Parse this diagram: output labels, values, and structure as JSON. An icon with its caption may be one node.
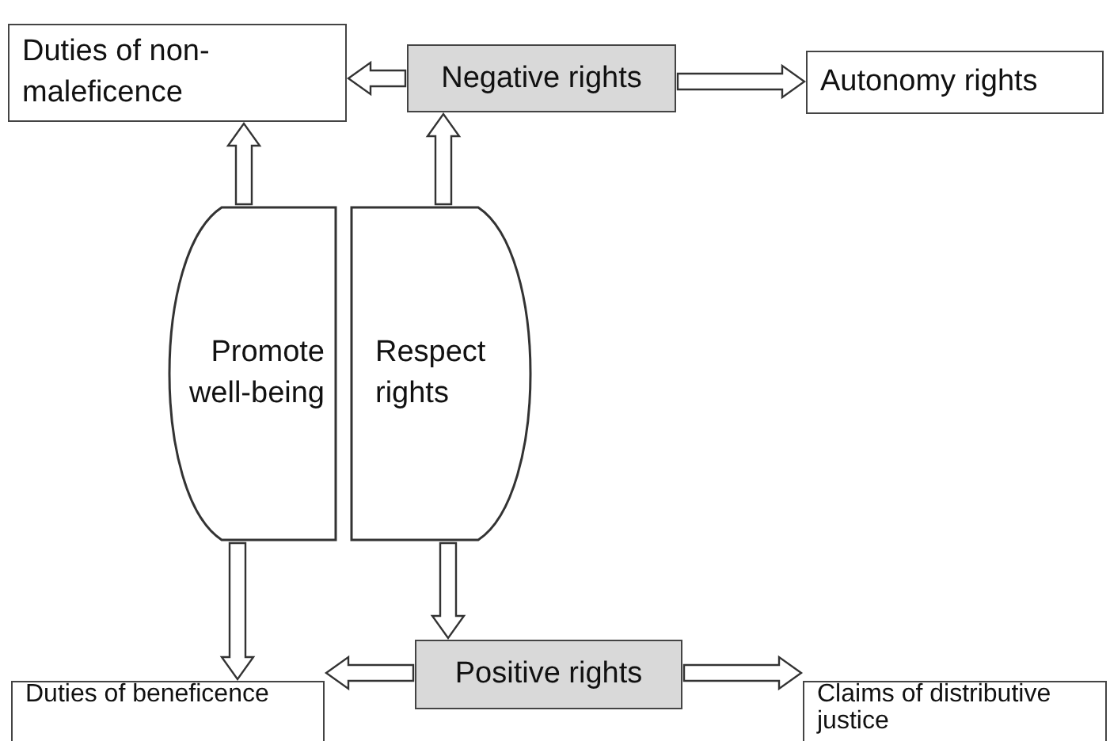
{
  "diagram": {
    "nodes": [
      {
        "text": [
          "Duties of non-maleficence"
        ]
      },
      {
        "text": [
          "Negative rights"
        ]
      },
      {
        "text": [
          "Autonomy rights"
        ]
      },
      {
        "text": [
          "Promote well-being"
        ]
      },
      {
        "text": [
          "Respect rights"
        ]
      },
      {
        "text": [
          "Duties of beneficence"
        ]
      },
      {
        "text": [
          "Positive rights"
        ]
      },
      {
        "text": [
          "Claims of distributive justice"
        ]
      }
    ],
    "edges": [
      {
        "from": 1,
        "to": 0,
        "arrow": "to"
      },
      {
        "from": 1,
        "to": 2,
        "arrow": "to"
      },
      {
        "from": 3,
        "to": 0,
        "arrow": "to"
      },
      {
        "from": 4,
        "to": 1,
        "arrow": "to"
      },
      {
        "from": 3,
        "to": 5,
        "arrow": "to"
      },
      {
        "from": 4,
        "to": 6,
        "arrow": "to"
      },
      {
        "from": 6,
        "to": 5,
        "arrow": "to"
      },
      {
        "from": 6,
        "to": 7,
        "arrow": "to"
      }
    ]
  }
}
